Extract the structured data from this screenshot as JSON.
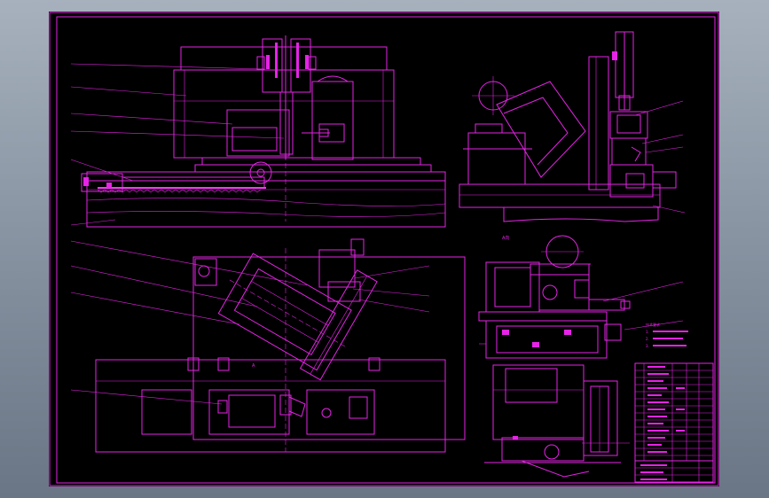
{
  "colors": {
    "background": "#8995a3",
    "canvas": "#000000",
    "line": "#e623e6"
  },
  "views": {
    "top_left": {
      "section_mark": ""
    },
    "right_middle": {
      "section_mark": "A向"
    }
  },
  "title_block": {
    "notes": [
      "技术要求",
      "1.",
      "2.",
      "3."
    ]
  }
}
